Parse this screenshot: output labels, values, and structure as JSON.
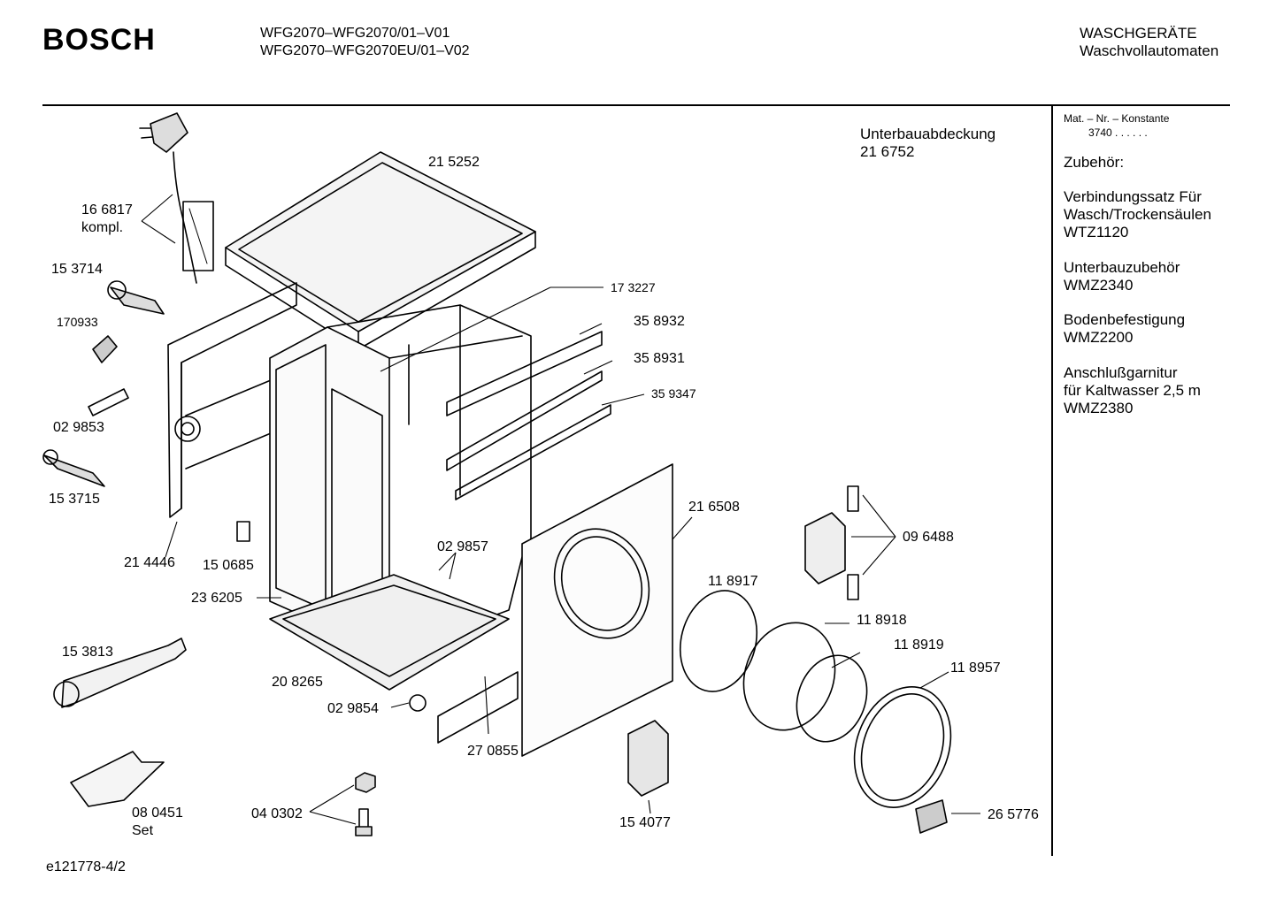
{
  "header": {
    "brand": "BOSCH",
    "model_line_1": "WFG2070–WFG2070/01–V01",
    "model_line_2": "WFG2070–WFG2070EU/01–V02",
    "category_line_1": "WASCHGERÄTE",
    "category_line_2": "Waschvollautomaten"
  },
  "sidebar": {
    "mat_nr_label": "Mat. – Nr. – Konstante",
    "mat_nr_value": "3740 . . . . . .",
    "accessories_title": "Zubehör:",
    "groups": [
      {
        "lines": [
          "Verbindungssatz Für",
          "Wasch/Trockensäulen",
          "WTZ1120"
        ]
      },
      {
        "lines": [
          "Unterbauzubehör",
          "WMZ2340"
        ]
      },
      {
        "lines": [
          "Bodenbefestigung",
          "WMZ2200"
        ]
      },
      {
        "lines": [
          "Anschlußgarnitur",
          "für Kaltwasser 2,5 m",
          "WMZ2380"
        ]
      }
    ]
  },
  "diagram": {
    "note_title": "Unterbauabdeckung",
    "note_number": "21 6752",
    "part_labels": {
      "p215252": "21 5252",
      "p166817": "16 6817",
      "p166817b": "kompl.",
      "p153714": "15 3714",
      "p170933": "170933",
      "p029853": "02 9853",
      "p153715": "15 3715",
      "p214446": "21 4446",
      "p150685": "15 0685",
      "p236205": "23 6205",
      "p153813": "15 3813",
      "p208265": "20 8265",
      "p029854": "02 9854",
      "p080451": "08 0451",
      "p080451b": "Set",
      "p040302": "04 0302",
      "p173227": "17 3227",
      "p358932": "35 8932",
      "p358931": "35 8931",
      "p359347": "35 9347",
      "p216508": "21 6508",
      "p029857": "02 9857",
      "p270855": "27 0855",
      "p154077": "15 4077",
      "p096488": "09 6488",
      "p118917": "11 8917",
      "p118918": "11 8918",
      "p118919": "11 8919",
      "p118957": "11 8957",
      "p265776": "26 5776"
    }
  },
  "footer": {
    "drawing_id": "e121778-4/2"
  }
}
